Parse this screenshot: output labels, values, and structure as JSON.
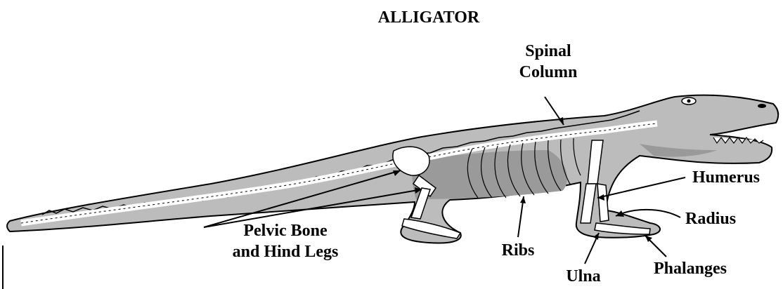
{
  "title": "ALLIGATOR",
  "labels": {
    "spinal_column": [
      "Spinal",
      "Column"
    ],
    "humerus": "Humerus",
    "radius": "Radius",
    "pelvic_bone": [
      "Pelvic Bone",
      "and Hind Legs"
    ],
    "ribs": "Ribs",
    "ulna": "Ulna",
    "phalanges": "Phalanges"
  },
  "colors": {
    "body_fill": "#bcbcbc",
    "body_outline": "#000000",
    "bone_fill": "#ffffff",
    "shade": "#9a9a9a",
    "text": "#000000"
  }
}
